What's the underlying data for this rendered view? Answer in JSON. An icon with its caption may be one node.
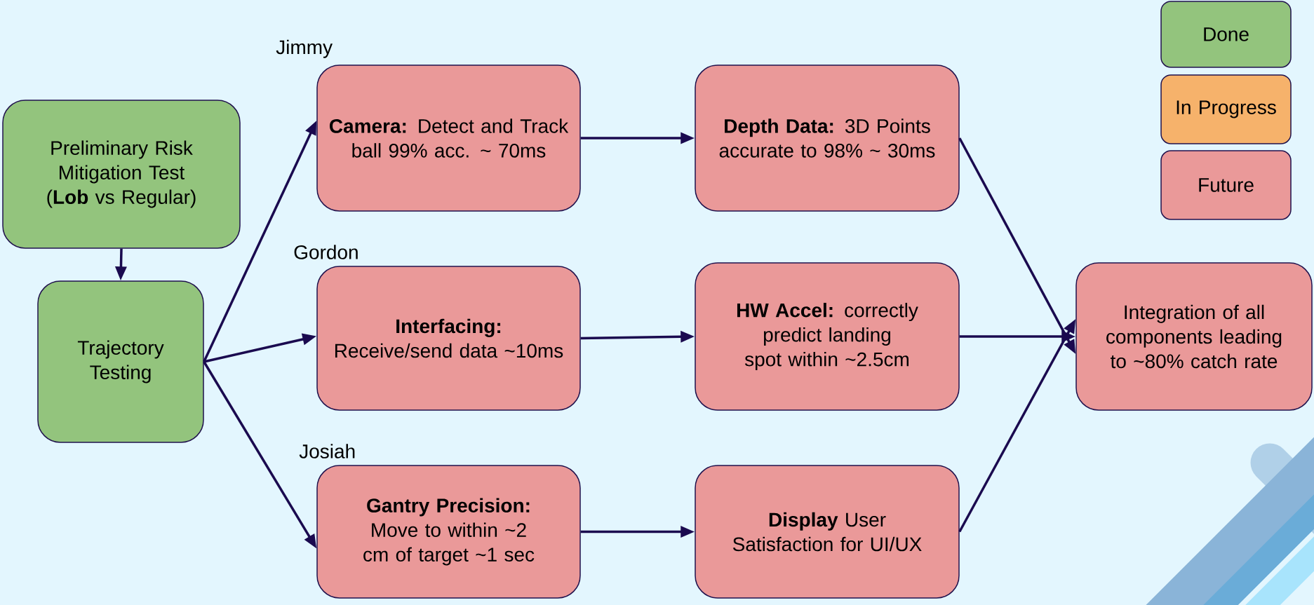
{
  "diagram": {
    "nodes": [
      {
        "text": [
          "Preliminary Risk Mitigation Test (**Lob** vs Regular)"
        ]
      },
      {
        "text": [
          "Trajectory Testing"
        ]
      },
      {
        "text": [
          "**Camera:** Detect and Track ball 99% acc. ~ 70ms"
        ],
        "beside": [
          "Jimmy"
        ]
      },
      {
        "text": [
          "**Interfacing:** Receive/send data ~10ms"
        ],
        "beside": [
          "Gordon"
        ]
      },
      {
        "text": [
          "**Gantry Precision:** Move to within ~2 cm of target ~1 sec"
        ],
        "beside": [
          "Josiah"
        ]
      },
      {
        "text": [
          "**Depth Data:** 3D Points accurate to 98% ~ 30ms"
        ]
      },
      {
        "text": [
          "**HW Accel:** correctly predict landing spot within ~2.5cm"
        ]
      },
      {
        "text": [
          "**Display** User Satisfaction for UI/UX"
        ]
      },
      {
        "text": [
          "Integration of all components leading to ~80% catch rate"
        ]
      }
    ],
    "edges": [
      {
        "from": 0,
        "to": 1,
        "arrow": "to"
      },
      {
        "from": 1,
        "to": 2,
        "arrow": "to"
      },
      {
        "from": 1,
        "to": 3,
        "arrow": "to"
      },
      {
        "from": 1,
        "to": 4,
        "arrow": "to"
      },
      {
        "from": 2,
        "to": 5,
        "arrow": "to"
      },
      {
        "from": 3,
        "to": 6,
        "arrow": "to"
      },
      {
        "from": 4,
        "to": 7,
        "arrow": "to"
      },
      {
        "from": 5,
        "to": 8,
        "arrow": "to"
      },
      {
        "from": 6,
        "to": 8,
        "arrow": "to"
      },
      {
        "from": 7,
        "to": 8,
        "arrow": "to"
      }
    ],
    "legend": [
      {
        "text": "Done",
        "color": "#93c47d"
      },
      {
        "text": "In Progress",
        "color": "#f6b26b"
      },
      {
        "text": "Future",
        "color": "#ea9999"
      }
    ]
  }
}
